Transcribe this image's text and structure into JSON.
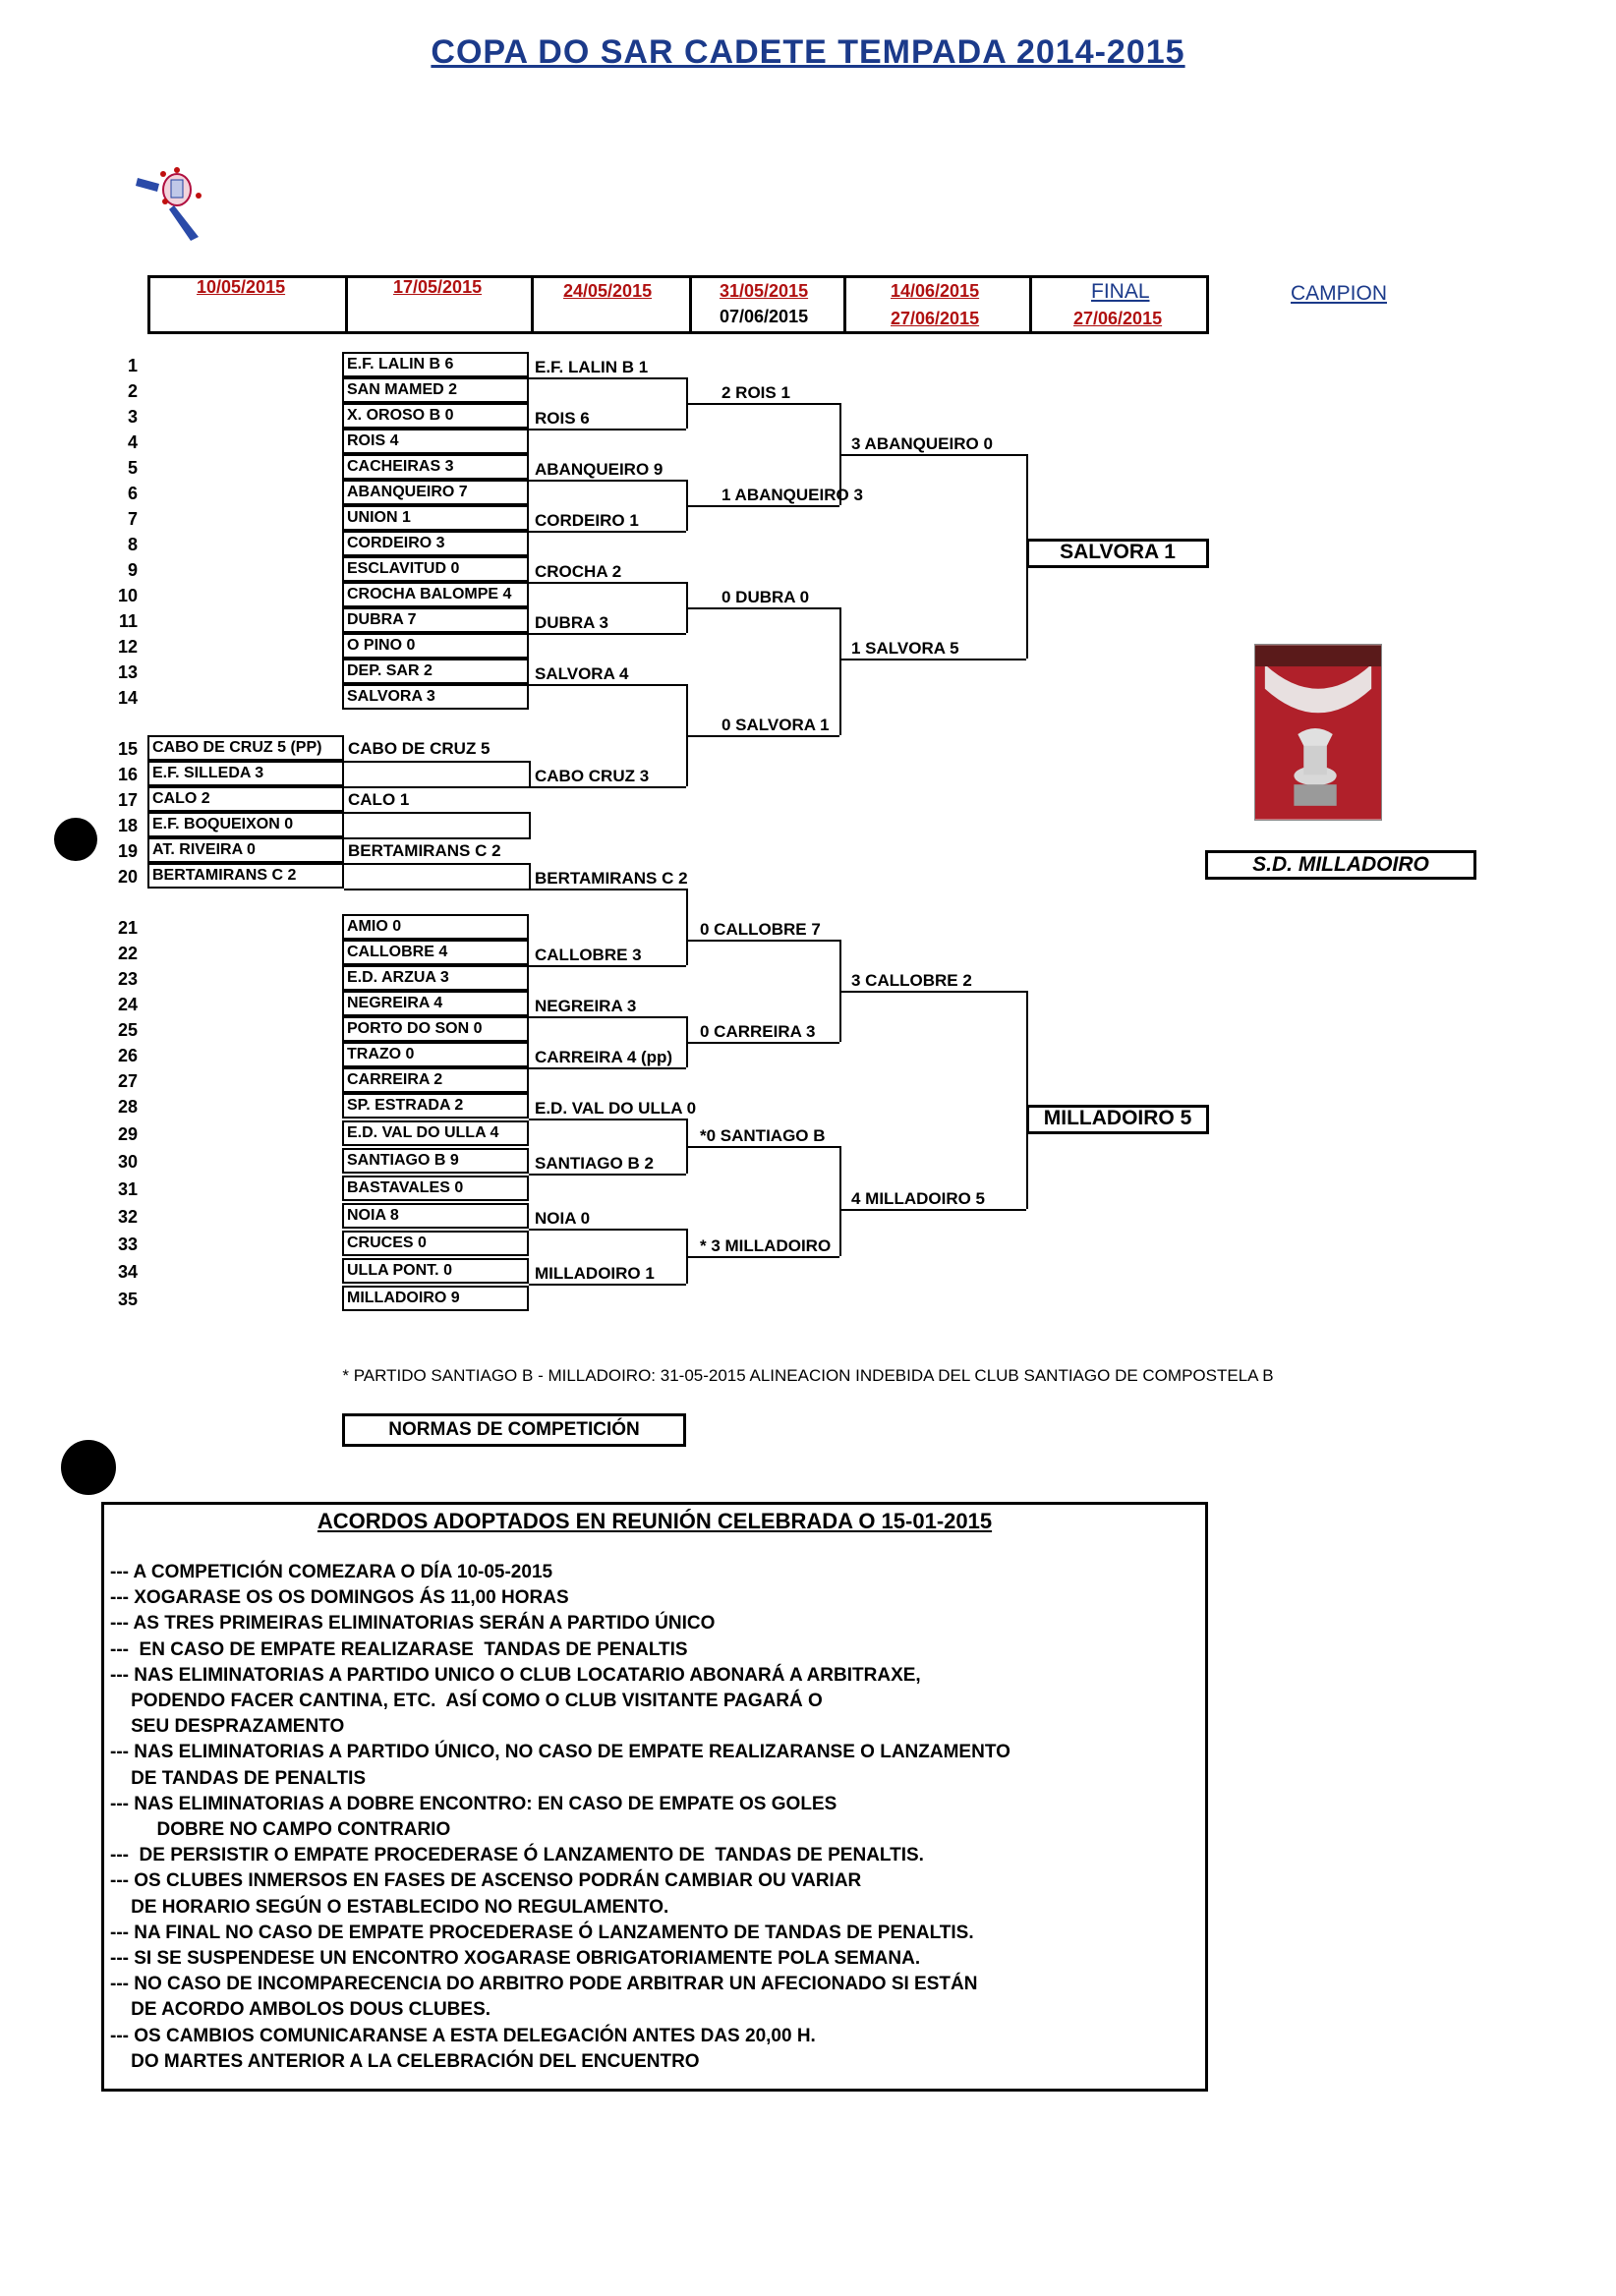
{
  "title": "COPA DO SAR CADETE TEMPADA 2014-2015",
  "header": {
    "round1": "10/05/2015",
    "round2": "17/05/2015",
    "round3": "24/05/2015",
    "round4a": "31/05/2015",
    "round4b": "07/06/2015",
    "round5a": "14/06/2015",
    "round5b": "27/06/2015",
    "final_label": "FINAL",
    "final_date": "27/06/2015",
    "campion_label": "CAMPION"
  },
  "row_numbers": [
    "1",
    "2",
    "3",
    "4",
    "5",
    "6",
    "7",
    "8",
    "9",
    "10",
    "11",
    "12",
    "13",
    "14",
    "15",
    "16",
    "17",
    "18",
    "19",
    "20",
    "21",
    "22",
    "23",
    "24",
    "25",
    "26",
    "27",
    "28",
    "29",
    "30",
    "31",
    "32",
    "33",
    "34",
    "35"
  ],
  "round1": [
    "CABO DE CRUZ 5 (PP)",
    "E.F. SILLEDA 3",
    "CALO 2",
    "E.F. BOQUEIXON 0",
    "AT. RIVEIRA 0",
    "BERTAMIRANS C 2"
  ],
  "round2_top": [
    "E.F. LALIN B 6",
    "SAN MAMED 2",
    "X. OROSO B 0",
    "ROIS 4",
    "CACHEIRAS 3",
    "ABANQUEIRO 7",
    "UNION 1",
    "CORDEIRO 3",
    "ESCLAVITUD 0",
    "CROCHA BALOMPE 4",
    "DUBRA 7",
    "O PINO 0",
    "DEP. SAR 2",
    "SALVORA 3"
  ],
  "round2_mid": [
    "CABO DE CRUZ 5",
    "CALO 1",
    "BERTAMIRANS C 2"
  ],
  "round2_bottom": [
    "AMIO 0",
    "CALLOBRE 4",
    "E.D. ARZUA 3",
    "NEGREIRA 4",
    "PORTO DO SON 0",
    "TRAZO 0",
    "CARREIRA 2",
    "SP. ESTRADA 2",
    "E.D. VAL DO ULLA 4",
    "SANTIAGO B 9",
    "BASTAVALES 0",
    "NOIA 8",
    "CRUCES 0",
    "ULLA PONT. 0",
    "MILLADOIRO 9"
  ],
  "round3": [
    "E.F. LALIN B 1",
    "ROIS 6",
    "ABANQUEIRO 9",
    "CORDEIRO 1",
    "CROCHA 2",
    "DUBRA 3",
    "SALVORA 4",
    "CABO CRUZ 3",
    "BERTAMIRANS C 2",
    "CALLOBRE 3",
    "NEGREIRA 3",
    "CARREIRA 4 (pp)",
    "E.D. VAL DO ULLA 0",
    "SANTIAGO B 2",
    "NOIA 0",
    "MILLADOIRO 1"
  ],
  "round4": [
    "2 ROIS 1",
    "1 ABANQUEIRO 3",
    "0 DUBRA 0",
    "0 SALVORA 1",
    "0 CALLOBRE 7",
    "0 CARREIRA 3",
    "*0 SANTIAGO B",
    "* 3 MILLADOIRO"
  ],
  "round5": [
    "3 ABANQUEIRO 0",
    "1 SALVORA 5",
    "3 CALLOBRE 2",
    "4 MILLADOIRO 5"
  ],
  "final": [
    "SALVORA 1",
    "MILLADOIRO 5"
  ],
  "champion": "S.D. MILLADOIRO",
  "footnote": "* PARTIDO SANTIAGO B - MILLADOIRO: 31-05-2015 ALINEACION INDEBIDA DEL CLUB SANTIAGO DE COMPOSTELA B",
  "normas_button": "NORMAS DE COMPETICIÓN",
  "rules_title": "ACORDOS ADOPTADOS EN REUNIÓN CELEBRADA O 15-01-2015",
  "rules": [
    "--- A COMPETICIÓN COMEZARA O DÍA 10-05-2015",
    "--- XOGARASE OS OS DOMINGOS ÁS 11,00 HORAS",
    "--- AS TRES PRIMEIRAS ELIMINATORIAS SERÁN A PARTIDO ÚNICO",
    "---  EN CASO DE EMPATE REALIZARASE  TANDAS DE PENALTIS",
    "--- NAS ELIMINATORIAS A PARTIDO UNICO O CLUB LOCATARIO ABONARÁ A ARBITRAXE,",
    "    PODENDO FACER CANTINA, ETC.  ASÍ COMO O CLUB VISITANTE PAGARÁ O",
    "    SEU DESPRAZAMENTO",
    "--- NAS ELIMINATORIAS A PARTIDO ÚNICO, NO CASO DE EMPATE REALIZARANSE O LANZAMENTO",
    "    DE TANDAS DE PENALTIS",
    "--- NAS ELIMINATORIAS A DOBRE ENCONTRO: EN CASO DE EMPATE OS GOLES",
    "         DOBRE NO CAMPO CONTRARIO",
    "---  DE PERSISTIR O EMPATE PROCEDERASE Ó LANZAMENTO DE  TANDAS DE PENALTIS.",
    "--- OS CLUBES INMERSOS EN FASES DE ASCENSO PODRÁN CAMBIAR OU VARIAR",
    "    DE HORARIO SEGÚN O ESTABLECIDO NO REGULAMENTO.",
    "--- NA FINAL NO CASO DE EMPATE PROCEDERASE Ó LANZAMENTO DE TANDAS DE PENALTIS.",
    "--- SI SE SUSPENDESE UN ENCONTRO XOGARASE OBRIGATORIAMENTE POLA SEMANA.",
    "--- NO CASO DE INCOMPARECENCIA DO ARBITRO PODE ARBITRAR UN AFECIONADO SI ESTÁN",
    "    DE ACORDO AMBOLOS DOUS CLUBES.",
    "--- OS CAMBIOS COMUNICARANSE A ESTA DELEGACIÓN ANTES DAS 20,00 H.",
    "    DO MARTES ANTERIOR A LA CELEBRACIÓN DEL ENCUENTRO"
  ]
}
